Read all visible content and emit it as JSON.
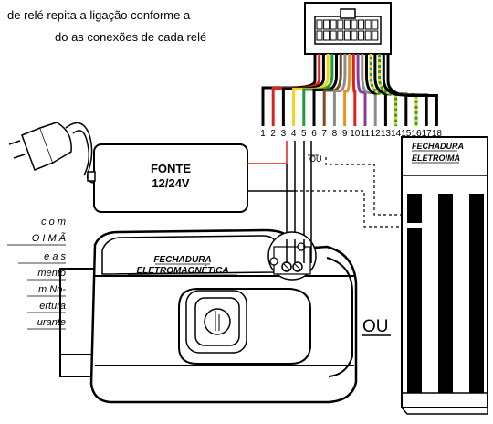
{
  "intro_text": {
    "line1": "de relé repita a ligação conforme a",
    "line2": "do as conexões de cada relé"
  },
  "connector": {
    "pin_numbers": [
      "1",
      "2",
      "3",
      "4",
      "5",
      "6",
      "7",
      "8",
      "9",
      "10",
      "11",
      "12",
      "13",
      "14",
      "15",
      "16",
      "17",
      "18"
    ]
  },
  "power_supply": {
    "label_line1": "FONTE",
    "label_line2": "12/24V"
  },
  "or_small": "OU",
  "or_large": "OU",
  "lock_electromagnetic": {
    "label_line1": "FECHADURA",
    "label_line2": "ELETROMAGNÉTICA"
  },
  "lock_electromagnet": {
    "label_line1": "FECHADURA",
    "label_line2": "ELETROIMÃ"
  },
  "side_note": {
    "line1": "c o m",
    "line2": "O I M Ã",
    "line3": "e  a s",
    "line4": "mento",
    "line5": "m No-",
    "line6": "ertura",
    "line7": "urante"
  },
  "wire_colors": {
    "red": "#e0201c",
    "black": "#000000",
    "yellow": "#f2d21c",
    "green": "#1e9c3c",
    "brown": "#7a4a2a",
    "gray": "#8c8c8c",
    "orange": "#f0901c",
    "purple": "#8a3a9a",
    "blue": "#2a5ad0"
  }
}
